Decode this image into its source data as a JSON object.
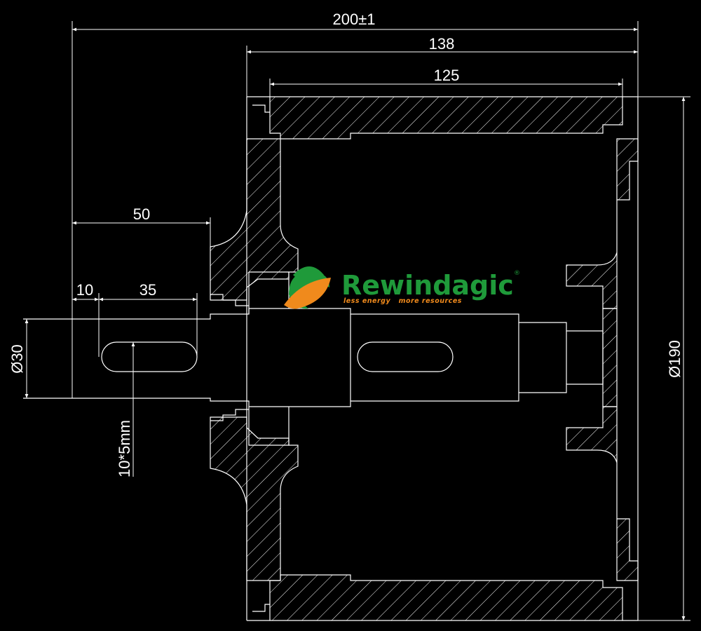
{
  "dimensions": {
    "overall_length": "200±1",
    "drum_length": "138",
    "shell_length": "125",
    "shaft_extension": "50",
    "key_offset": "10",
    "key_length": "35",
    "shaft_diameter": "Ø30",
    "drum_diameter": "Ø190",
    "keyway": "10*5mm"
  },
  "logo": {
    "name": "Rewindagic",
    "tagline": "less energy   more resources",
    "registered": "®",
    "green": "#1f9a3a",
    "orange": "#f08a1c"
  },
  "colors": {
    "background": "#000000",
    "line": "#ffffff"
  }
}
